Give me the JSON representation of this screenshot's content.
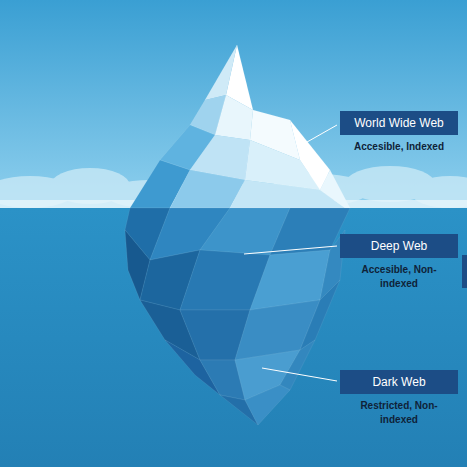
{
  "diagram": {
    "nodes": [
      {
        "text": [
          "World Wide Web",
          "Accesible, Indexed"
        ]
      },
      {
        "text": [
          "Deep Web",
          "Accesible, Non-indexed"
        ]
      },
      {
        "text": [
          "Dark Web",
          "Restricted, Non-indexed"
        ]
      }
    ]
  }
}
